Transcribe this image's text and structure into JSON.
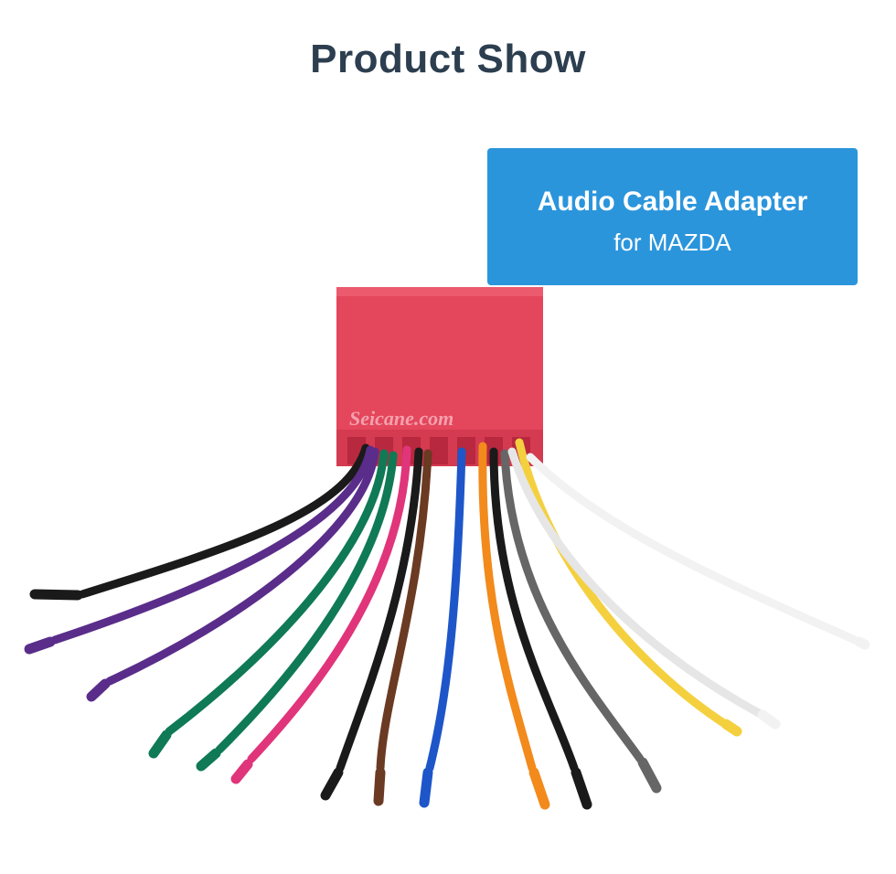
{
  "header": {
    "title": "Product Show"
  },
  "info_box": {
    "title": "Audio Cable Adapter",
    "subtitle": "for MAZDA",
    "background_color": "#2b95dc"
  },
  "photo": {
    "watermark": "Seicane.com",
    "connector_color": "#e0435a",
    "wire_colors": [
      "#1a1a1a",
      "#5a2d8a",
      "#0f7a55",
      "#e0357a",
      "#6b3a22",
      "#1e56c9",
      "#f28a1c",
      "#666666",
      "#f4d03f",
      "#f2f2f2"
    ]
  }
}
